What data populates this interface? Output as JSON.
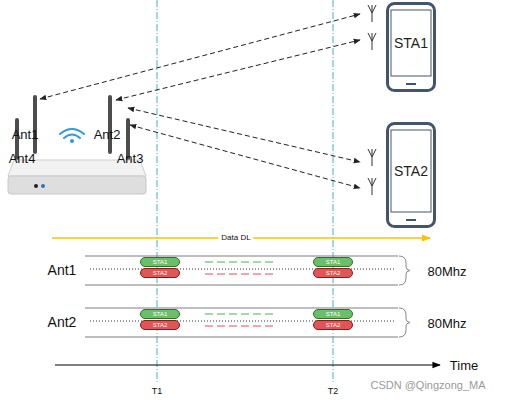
{
  "diagram": {
    "nodes": [
      {
        "text": [
          "STA1"
        ]
      },
      {
        "text": [
          "STA2"
        ]
      },
      {
        "text": [
          "STA1"
        ]
      },
      {
        "text": [
          "STA2"
        ]
      },
      {
        "text": [
          "STA1"
        ]
      },
      {
        "text": [
          "STA2"
        ]
      },
      {
        "text": [
          "STA1"
        ]
      },
      {
        "text": [
          "STA2"
        ]
      },
      {
        "text": [
          "STA1"
        ]
      },
      {
        "text": [
          "STA2"
        ]
      }
    ],
    "labels": [
      "Ant1",
      "Ant2",
      "Ant4",
      "Ant3",
      "Data DL",
      "Ant1",
      "80Mhz",
      "Ant2",
      "80Mhz",
      "Time",
      "T1",
      "T2",
      "CSDN @Qingzong_MA"
    ]
  }
}
